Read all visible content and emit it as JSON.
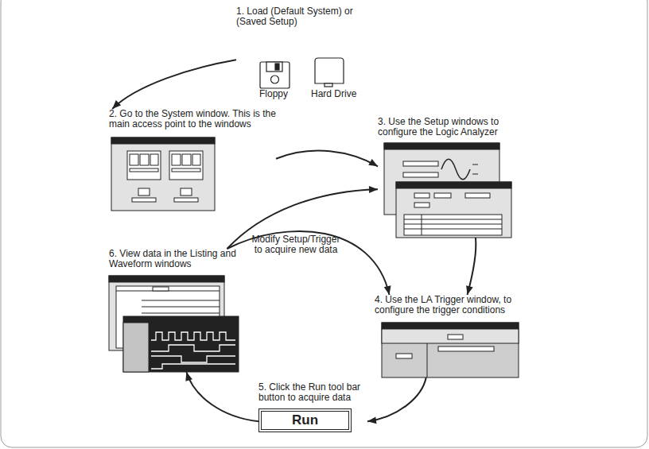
{
  "diagram": {
    "nodes": [
      {
        "text": [
          "1. Load (Default System) or (Saved Setup)"
        ]
      },
      {
        "text": [
          "2. Go to the System window. This is the main access point to the windows"
        ]
      },
      {
        "text": [
          "3. Use the Setup windows to configure the Logic Analyzer"
        ]
      },
      {
        "text": [
          "4. Use the LA Trigger window, to configure the trigger conditions"
        ]
      },
      {
        "text": [
          "5. Click the Run tool bar button to acquire data",
          "Run"
        ]
      },
      {
        "text": [
          "6. View data in the Listing and Waveform windows"
        ]
      }
    ],
    "edges": [
      {
        "from": 0,
        "to": 1,
        "arrow": "to"
      },
      {
        "from": 1,
        "to": 2,
        "arrow": "to"
      },
      {
        "from": 2,
        "to": 3,
        "arrow": "to"
      },
      {
        "from": 3,
        "to": 4,
        "arrow": "to"
      },
      {
        "from": 4,
        "to": 5,
        "arrow": "to"
      },
      {
        "from": 5,
        "to": 2,
        "label": "Modify Setup/Trigger to acquire new data",
        "arrow": "to"
      },
      {
        "from": 5,
        "to": 3,
        "arrow": "to"
      }
    ],
    "labels": [
      "Floppy",
      "Hard Drive"
    ]
  }
}
